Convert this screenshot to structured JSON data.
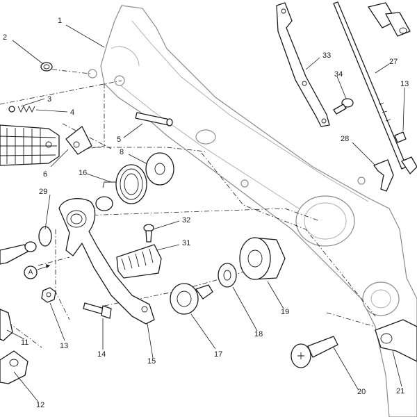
{
  "callouts": [
    {
      "id": "1",
      "label": "1"
    },
    {
      "id": "2",
      "label": "2"
    },
    {
      "id": "3",
      "label": "3"
    },
    {
      "id": "4",
      "label": "4"
    },
    {
      "id": "5",
      "label": "5"
    },
    {
      "id": "6",
      "label": "6"
    },
    {
      "id": "8",
      "label": "8"
    },
    {
      "id": "11",
      "label": "11"
    },
    {
      "id": "12",
      "label": "12"
    },
    {
      "id": "13",
      "label": "13"
    },
    {
      "id": "13b",
      "label": "13"
    },
    {
      "id": "14",
      "label": "14"
    },
    {
      "id": "15",
      "label": "15"
    },
    {
      "id": "16",
      "label": "16"
    },
    {
      "id": "17",
      "label": "17"
    },
    {
      "id": "18",
      "label": "18"
    },
    {
      "id": "19",
      "label": "19"
    },
    {
      "id": "20",
      "label": "20"
    },
    {
      "id": "21",
      "label": "21"
    },
    {
      "id": "27",
      "label": "27"
    },
    {
      "id": "28",
      "label": "28"
    },
    {
      "id": "29",
      "label": "29"
    },
    {
      "id": "31",
      "label": "31"
    },
    {
      "id": "32",
      "label": "32"
    },
    {
      "id": "33",
      "label": "33"
    },
    {
      "id": "34",
      "label": "34"
    }
  ],
  "reference_marker": {
    "label": "A"
  }
}
